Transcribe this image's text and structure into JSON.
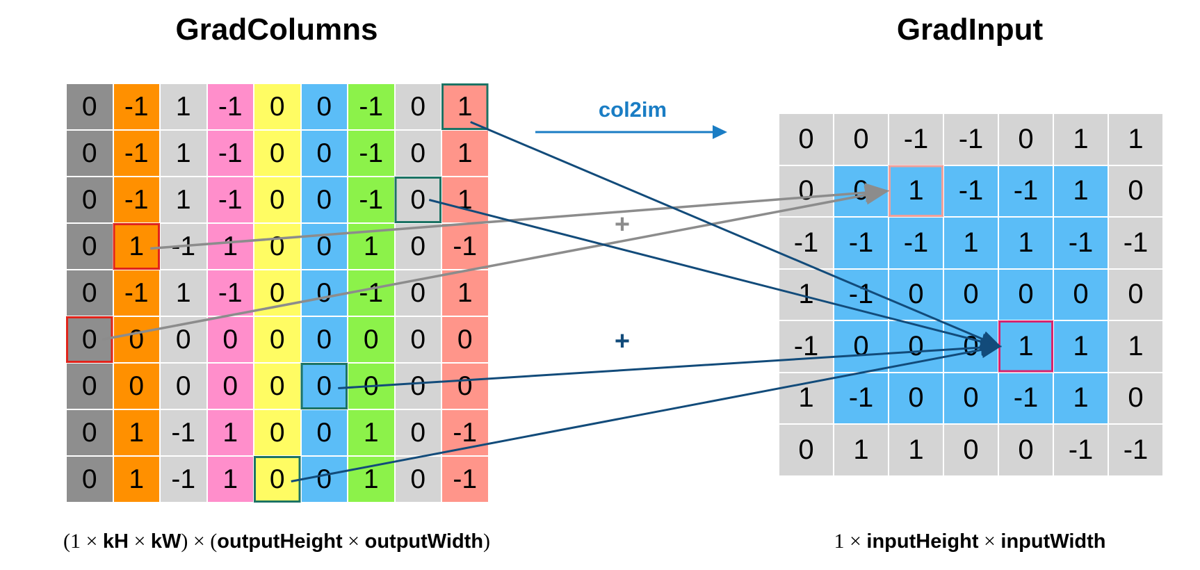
{
  "titles": {
    "left": "GradColumns",
    "right": "GradInput"
  },
  "operation": {
    "label": "col2im",
    "plus_top": "+",
    "plus_bottom": "+"
  },
  "colors": {
    "grad_columns_columns": [
      "#8e8e8e",
      "#ff9000",
      "#d4d4d4",
      "#ff8ecb",
      "#fffc63",
      "#5bbdf7",
      "#8cf24a",
      "#d4d4d4",
      "#ff958a"
    ],
    "input_border": "#d4d4d4",
    "input_interior": "#5bbdf7",
    "arrow_gray": "#8c8c8c",
    "arrow_blue": "#124b7a",
    "col2im_label": "#1a7dc4",
    "highlight_red": "#e0241b",
    "highlight_teal": "#1c7364",
    "highlight_pink": "#f0a09a",
    "highlight_magenta": "#d6246e"
  },
  "grad_columns": {
    "rows": [
      [
        "0",
        "-1",
        "1",
        "-1",
        "0",
        "0",
        "-1",
        "0",
        "1"
      ],
      [
        "0",
        "-1",
        "1",
        "-1",
        "0",
        "0",
        "-1",
        "0",
        "1"
      ],
      [
        "0",
        "-1",
        "1",
        "-1",
        "0",
        "0",
        "-1",
        "0",
        "1"
      ],
      [
        "0",
        "1",
        "-1",
        "1",
        "0",
        "0",
        "1",
        "0",
        "-1"
      ],
      [
        "0",
        "-1",
        "1",
        "-1",
        "0",
        "0",
        "-1",
        "0",
        "1"
      ],
      [
        "0",
        "0",
        "0",
        "0",
        "0",
        "0",
        "0",
        "0",
        "0"
      ],
      [
        "0",
        "0",
        "0",
        "0",
        "0",
        "0",
        "0",
        "0",
        "0"
      ],
      [
        "0",
        "1",
        "-1",
        "1",
        "0",
        "0",
        "1",
        "0",
        "-1"
      ],
      [
        "0",
        "1",
        "-1",
        "1",
        "0",
        "0",
        "1",
        "0",
        "-1"
      ]
    ],
    "formula": {
      "open": "(1 × ",
      "kH": "kH",
      "times1": " × ",
      "kW": "kW",
      "mid": ") × (",
      "outH": "outputHeight",
      "times2": " × ",
      "outW": "outputWidth",
      "close": ")"
    }
  },
  "grad_input": {
    "rows": [
      [
        "0",
        "0",
        "-1",
        "-1",
        "0",
        "1",
        "1"
      ],
      [
        "0",
        "0",
        "1",
        "-1",
        "-1",
        "1",
        "0"
      ],
      [
        "-1",
        "-1",
        "-1",
        "1",
        "1",
        "-1",
        "-1"
      ],
      [
        "1",
        "-1",
        "0",
        "0",
        "0",
        "0",
        "0"
      ],
      [
        "-1",
        "0",
        "0",
        "0",
        "1",
        "1",
        "1"
      ],
      [
        "1",
        "-1",
        "0",
        "0",
        "-1",
        "1",
        "0"
      ],
      [
        "0",
        "1",
        "1",
        "0",
        "0",
        "-1",
        "-1"
      ]
    ],
    "formula": {
      "one": "1 × ",
      "inH": "inputHeight",
      "times": " × ",
      "inW": "inputWidth"
    }
  }
}
